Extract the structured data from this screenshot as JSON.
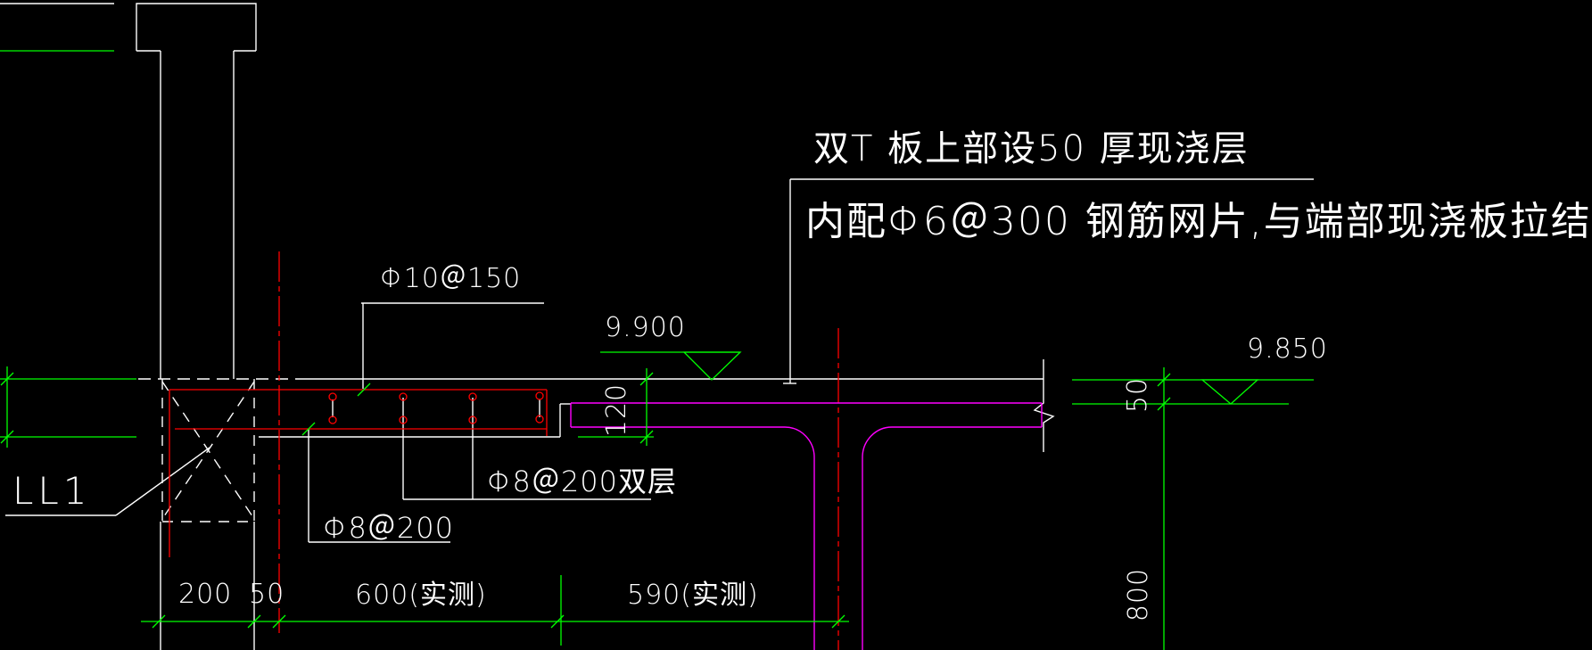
{
  "drawing": {
    "notes": {
      "line1": "双T 板上部设50 厚现浇层",
      "line2": "内配Φ6＠300 钢筋网片,与端部现浇板拉结"
    },
    "labels": {
      "top_rebar": "Φ10＠150",
      "double_layer_rebar": "Φ8＠200双层",
      "bottom_rebar": "Φ8＠200",
      "beam_mark": "LL1"
    },
    "elevations": {
      "cast_layer_top": "9.900",
      "precast_slab_top": "9.850"
    },
    "dimensions": {
      "bottom": [
        "200",
        "50",
        "600(实测)",
        "590(实测)"
      ],
      "slab_end_thickness": "120",
      "cast_layer_thickness": "50",
      "stem_depth": "800"
    },
    "colors": {
      "background": "#000000",
      "structure_line": "#ffffff",
      "dimension_line": "#00ff00",
      "rebar_line": "#ff0000",
      "precast_line": "#ff00ff"
    }
  }
}
